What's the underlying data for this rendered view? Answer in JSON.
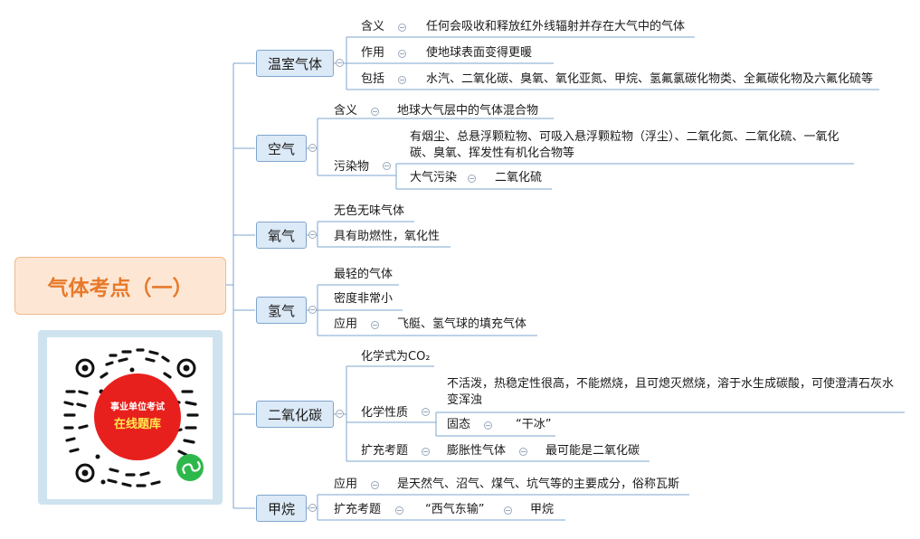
{
  "root": {
    "title": "气体考点（一）"
  },
  "topics": {
    "greenhouse": "温室气体",
    "air": "空气",
    "oxygen": "氧气",
    "hydrogen": "氢气",
    "co2": "二氧化碳",
    "methane": "甲烷"
  },
  "greenhouse": {
    "meaning_label": "含义",
    "meaning": "任何会吸收和释放红外线辐射并存在大气中的气体",
    "effect_label": "作用",
    "effect": "使地球表面变得更暖",
    "includes_label": "包括",
    "includes": "水汽、二氧化碳、臭氧、氧化亚氮、甲烷、氢氟氯碳化物类、全氟碳化物及六氟化硫等"
  },
  "air": {
    "meaning_label": "含义",
    "meaning": "地球大气层中的气体混合物",
    "pollutant_label": "污染物",
    "pollutant_list": "有烟尘、总悬浮颗粒物、可吸入悬浮颗粒物（浮尘）、二氧化氮、二氧化硫、一氧化碳、臭氧、挥发性有机化合物等",
    "atmos_pollution": "大气污染",
    "atmos_pollution_value": "二氧化硫"
  },
  "oxygen": {
    "p1": "无色无味气体",
    "p2": "具有助燃性，氧化性"
  },
  "hydrogen": {
    "p1": "最轻的气体",
    "p2": "密度非常小",
    "use_label": "应用",
    "use": "飞艇、氢气球的填充气体"
  },
  "co2": {
    "formula": "化学式为CO₂",
    "chem_label": "化学性质",
    "chem": "不活泼，热稳定性很高，不能燃烧，且可熄灭燃烧，溶于水生成碳酸，可使澄清石灰水变浑浊",
    "solid_label": "固态",
    "solid": "“干冰”",
    "ext_label": "扩充考题",
    "ext_q": "膨胀性气体",
    "ext_a": "最可能是二氧化碳"
  },
  "methane": {
    "use_label": "应用",
    "use": "是天然气、沼气、煤气、坑气等的主要成分，俗称瓦斯",
    "ext_label": "扩充考题",
    "ext_q": "“西气东输”",
    "ext_a": "甲烷"
  },
  "qr": {
    "line1": "事业单位考试",
    "line2": "在线题库"
  },
  "colors": {
    "line": "#7ea6cf",
    "root_text": "#e8792b",
    "badge": "#e8201d"
  }
}
